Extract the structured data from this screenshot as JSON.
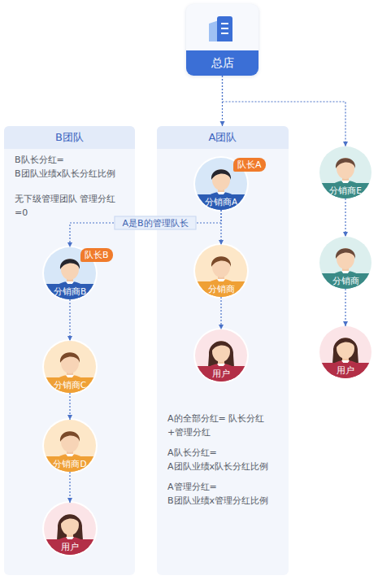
{
  "diagram": {
    "nodes": [
      {
        "text": [
          "总店"
        ]
      },
      {
        "text": [
          "B团队",
          "B队长分红= B团队业绩x队长分红比例",
          "无下级管理团队 管理分红=0"
        ]
      },
      {
        "text": [
          "队长B"
        ],
        "in": 1
      },
      {
        "text": [
          "分销商B"
        ],
        "in": 1
      },
      {
        "text": [
          "分销商C"
        ],
        "in": 1
      },
      {
        "text": [
          "分销商D"
        ],
        "in": 1
      },
      {
        "text": [
          "用户"
        ],
        "in": 1
      },
      {
        "text": [
          "A团队",
          "A的全部分红= 队长分红+管理分红",
          "A队长分红= A团队业绩x队长分红比例",
          "A管理分红= B团队业绩x管理分红比例"
        ]
      },
      {
        "text": [
          "队长A"
        ],
        "in": 7
      },
      {
        "text": [
          "分销商A"
        ],
        "in": 7
      },
      {
        "text": [
          "分销商"
        ],
        "in": 7
      },
      {
        "text": [
          "用户"
        ],
        "in": 7
      },
      {
        "text": [
          "分销商E"
        ]
      },
      {
        "text": [
          "分销商"
        ]
      },
      {
        "text": [
          "用户"
        ]
      }
    ],
    "edges": [
      {
        "from": 0,
        "to": 7,
        "arrow": "to"
      },
      {
        "from": 0,
        "to": 12,
        "arrow": "to"
      },
      {
        "from": 3,
        "to": 4,
        "arrow": "to"
      },
      {
        "from": 4,
        "to": 5,
        "arrow": "to"
      },
      {
        "from": 5,
        "to": 6,
        "arrow": "to"
      },
      {
        "from": 9,
        "to": 10,
        "arrow": "to"
      },
      {
        "from": 10,
        "to": 11,
        "arrow": "to"
      },
      {
        "from": 9,
        "to": 3,
        "label": "A是B的管理队长",
        "arrow": "to"
      },
      {
        "from": 12,
        "to": 13,
        "arrow": "to"
      },
      {
        "from": 13,
        "to": 14,
        "arrow": "to"
      }
    ]
  }
}
